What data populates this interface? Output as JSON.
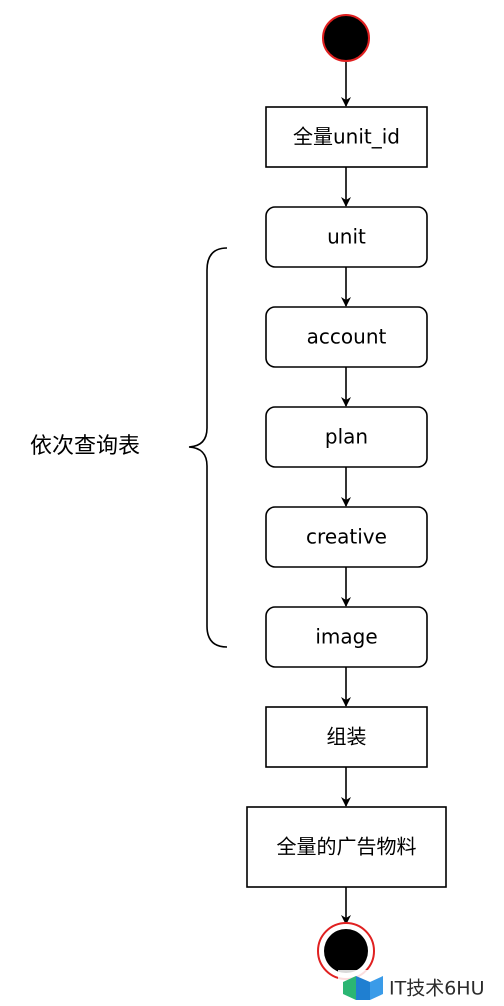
{
  "nodes": [
    {
      "id": "full-unit-id",
      "label": "全量unit_id",
      "shape": "rect"
    },
    {
      "id": "unit",
      "label": "unit",
      "shape": "rounded"
    },
    {
      "id": "account",
      "label": "account",
      "shape": "rounded"
    },
    {
      "id": "plan",
      "label": "plan",
      "shape": "rounded"
    },
    {
      "id": "creative",
      "label": "creative",
      "shape": "rounded"
    },
    {
      "id": "image",
      "label": "image",
      "shape": "rounded"
    },
    {
      "id": "assemble",
      "label": "组装",
      "shape": "rect"
    },
    {
      "id": "full-materials",
      "label": "全量的广告物料",
      "shape": "rect"
    }
  ],
  "brace_label": "依次查询表",
  "watermark": {
    "text": "IT技术6HU"
  },
  "colors": {
    "terminal_ring": "#e02020",
    "terminal_fill": "#000000",
    "stroke": "#000000"
  }
}
